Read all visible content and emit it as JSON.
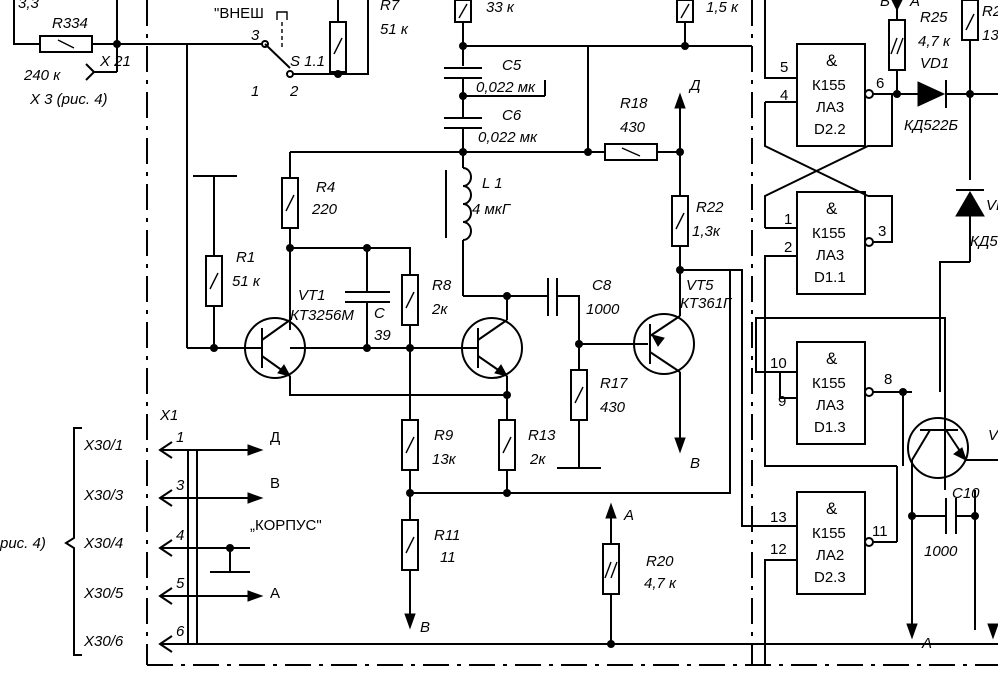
{
  "labels": {
    "r334": "R334",
    "v33": "3,3",
    "r334v": "240 к",
    "x21": "X 21",
    "x3": "X 3 (рис. 4)",
    "vnesh": "\"ВНЕШ",
    "s11": "S 1.1",
    "s_pin3": "3",
    "s_pin1": "1",
    "s_pin2": "2",
    "r7": "R7",
    "r7v": "51 к",
    "r_top1": "33 к",
    "r_top2": "1,5 к",
    "c5": "C5",
    "c5v": "0,022 мк",
    "c6": "C6",
    "c6v": "0,022 мк",
    "r18": "R18",
    "r18v": "430",
    "d_top": "Д",
    "r4": "R4",
    "r4v": "220",
    "l1": "L 1",
    "l1v": "4 мкГ",
    "r22": "R22",
    "r22v": "1,3к",
    "r1": "R1",
    "r1v": "51 к",
    "vt1": "VT1",
    "vt1t": "КТ3256М",
    "c": "C",
    "cv": "39",
    "r8": "R8",
    "r8v": "2к",
    "c8": "C8",
    "c8v": "1000",
    "vt5": "VT5",
    "vt5t": "КТ361Г",
    "r17": "R17",
    "r17v": "430",
    "b_vt5": "В",
    "r9": "R9",
    "r9v": "13к",
    "r13": "R13",
    "r13v": "2к",
    "r11": "R11",
    "r11v": "11",
    "b_r11": "В",
    "a_r20": "А",
    "r20": "R20",
    "r20v": "4,7 к",
    "x1": "X1",
    "x30_1": "X30/1",
    "x30_3": "X30/3",
    "x30_4": "X30/4",
    "x30_5": "X30/5",
    "x30_6": "X30/6",
    "pin1": "1",
    "pin3": "3",
    "pin4": "4",
    "pin5": "5",
    "pin6": "6",
    "out_d": "Д",
    "out_b": "В",
    "out_korpus": "„КОРПУС\"",
    "out_a": "А",
    "ris4": "рис. 4)",
    "g1_amp": "&",
    "g1_1": "К155",
    "g1_2": "ЛА3",
    "g1_3": "D2.2",
    "g1_p5": "5",
    "g1_p4": "4",
    "g1_p6": "6",
    "g2_amp": "&",
    "g2_1": "К155",
    "g2_2": "ЛА3",
    "g2_3": "D1.1",
    "g2_p1": "1",
    "g2_p2": "2",
    "g2_p3": "3",
    "g3_amp": "&",
    "g3_1": "К155",
    "g3_2": "ЛА3",
    "g3_3": "D1.3",
    "g3_p10": "10",
    "g3_p9": "9",
    "g3_p8": "8",
    "g4_amp": "&",
    "g4_1": "К155",
    "g4_2": "ЛА2",
    "g4_3": "D2.3",
    "g4_p13": "13",
    "g4_p12": "12",
    "g4_p11": "11",
    "b_top": "В",
    "a_top": "А",
    "r25": "R25",
    "r25v": "4,7 к",
    "vd1": "VD1",
    "vd1t": "КД522Б",
    "r2_cut": "R2",
    "v13_cut": "13",
    "vd_cut": "VD",
    "kd_cut": "КД5",
    "c10": "C10",
    "c10v": "1000",
    "a_bot": "А",
    "v_cut": "V"
  }
}
